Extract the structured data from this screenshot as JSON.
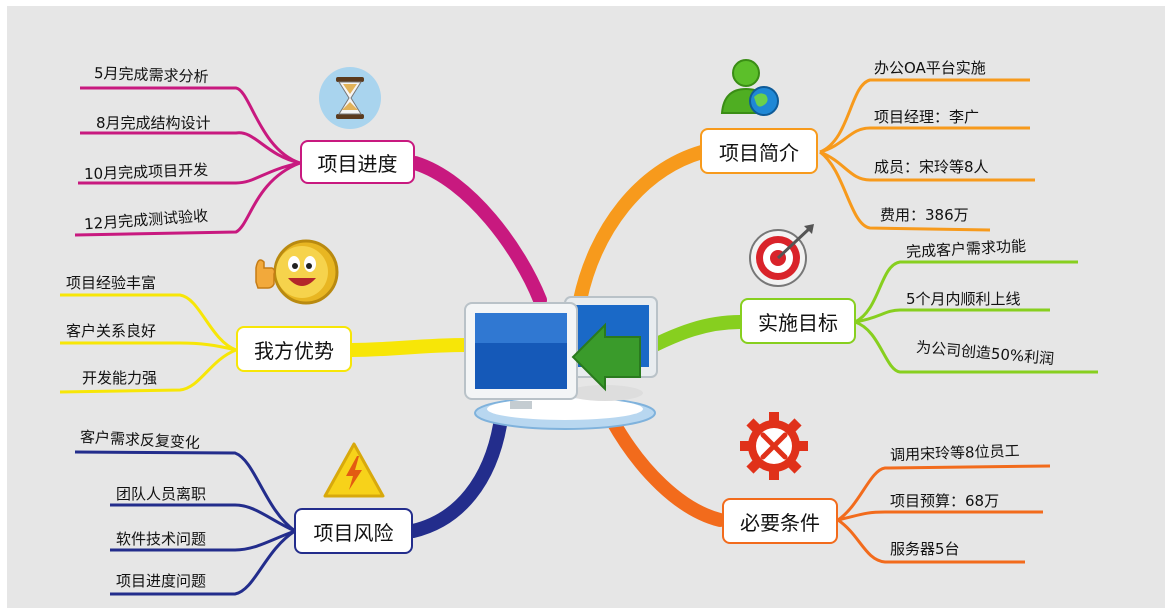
{
  "colors": {
    "progress": "#c8197f",
    "advantage": "#f7e607",
    "risk": "#232d8c",
    "intro": "#f79a1c",
    "goal": "#87cf1f",
    "condition": "#f26b1c",
    "background": "#e6e6e6"
  },
  "center": {
    "icon": "computer-network-icon"
  },
  "branches": {
    "progress": {
      "title": "项目进度",
      "icon": "hourglass-icon",
      "items": [
        "5月完成需求分析",
        "8月完成结构设计",
        "10月完成项目开发",
        "12月完成测试验收"
      ]
    },
    "advantage": {
      "title": "我方优势",
      "icon": "smiley-coin-icon",
      "items": [
        "项目经验丰富",
        "客户关系良好",
        "开发能力强"
      ]
    },
    "risk": {
      "title": "项目风险",
      "icon": "warning-icon",
      "items": [
        "客户需求反复变化",
        "团队人员离职",
        "软件技术问题",
        "项目进度问题"
      ]
    },
    "intro": {
      "title": "项目简介",
      "icon": "user-globe-icon",
      "items": [
        "办公OA平台实施",
        "项目经理：李广",
        "成员：宋玲等8人",
        "费用：386万"
      ]
    },
    "goal": {
      "title": "实施目标",
      "icon": "target-icon",
      "items": [
        "完成客户需求功能",
        "5个月内顺利上线",
        "为公司创造50%利润"
      ]
    },
    "condition": {
      "title": "必要条件",
      "icon": "tools-gear-icon",
      "items": [
        "调用宋玲等8位员工",
        "项目预算：68万",
        "服务器5台"
      ]
    }
  }
}
